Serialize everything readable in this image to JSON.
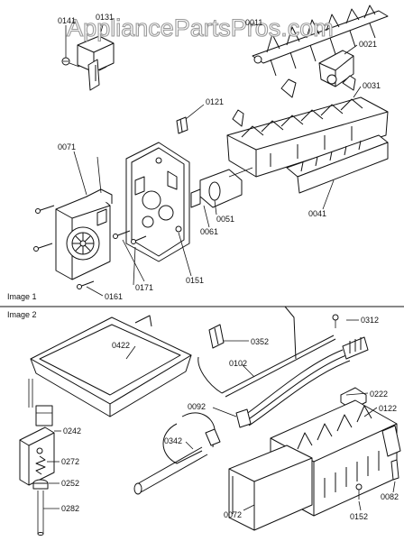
{
  "watermark": "AppliancePartsPros.com",
  "sections": {
    "image1": "Image 1",
    "image2": "Image 2"
  },
  "labels": {
    "p0141": "0141",
    "p0131": "0131",
    "p0011": "0011",
    "p0021": "0021",
    "p0031": "0031",
    "p0121": "0121",
    "p0071": "0071",
    "p0051": "0051",
    "p0061": "0061",
    "p0041": "0041",
    "p0151": "0151",
    "p0171": "0171",
    "p0161": "0161",
    "p0312": "0312",
    "p0422": "0422",
    "p0352": "0352",
    "p0102": "0102",
    "p0222": "0222",
    "p0092": "0092",
    "p0122": "0122",
    "p0242": "0242",
    "p0342": "0342",
    "p0272": "0272",
    "p0252": "0252",
    "p0282": "0282",
    "p0072": "0072",
    "p0152": "0152",
    "p0082": "0082"
  }
}
